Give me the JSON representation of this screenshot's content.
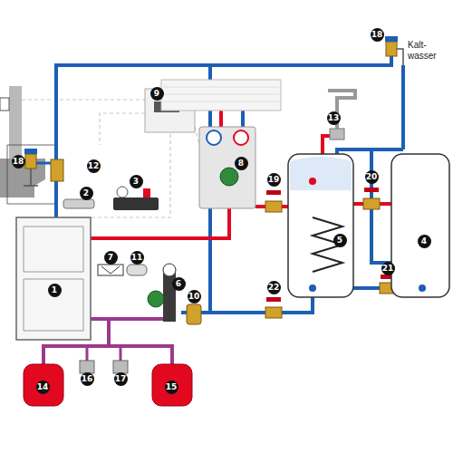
{
  "diagram": {
    "labels": [
      "1",
      "2",
      "3",
      "4",
      "5",
      "6",
      "7",
      "8",
      "9",
      "10",
      "11",
      "12",
      "13",
      "14",
      "15",
      "16",
      "17",
      "18",
      "18",
      "19",
      "20",
      "21",
      "22",
      "Kalt- wasser"
    ]
  }
}
